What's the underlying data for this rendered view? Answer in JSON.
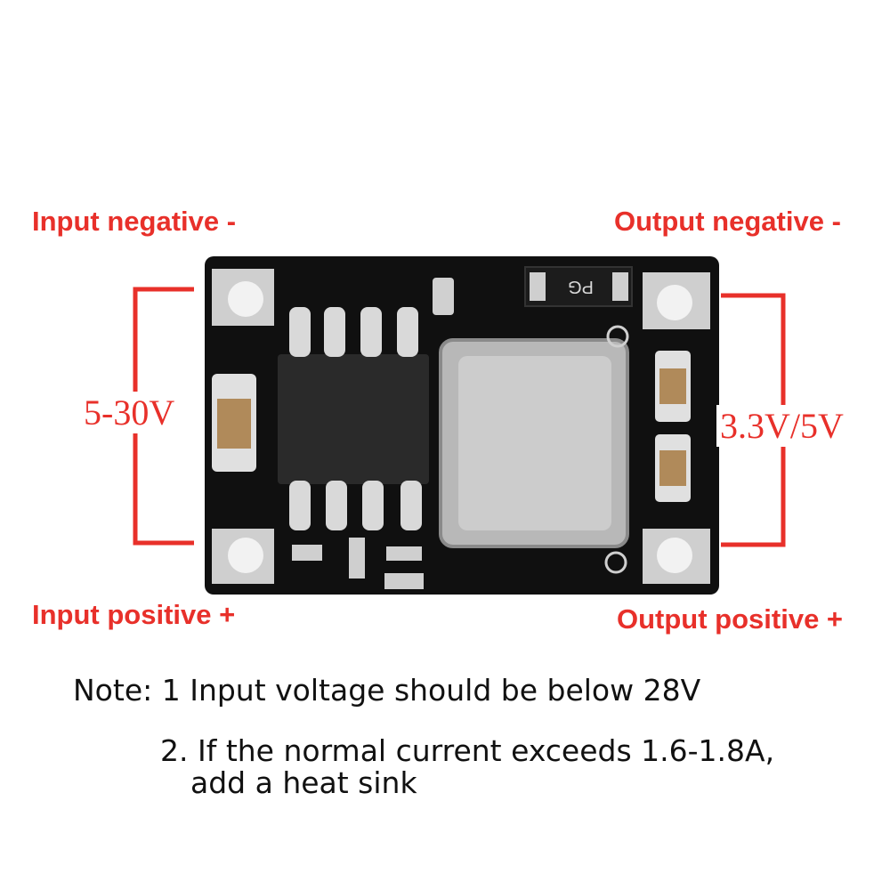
{
  "labels": {
    "input_negative": "Input negative -",
    "output_negative": "Output negative -",
    "input_positive": "Input positive +",
    "output_positive": "Output positive +",
    "input_voltage": "5-30V",
    "output_voltage": "3.3V/5V"
  },
  "board": {
    "marking": "PG"
  },
  "notes": {
    "line1": "Note: 1 Input voltage should be below 28V",
    "line2": "2. If the normal current exceeds 1.6-1.8A,",
    "line3": "add a heat sink"
  },
  "colors": {
    "accent_red": "#e8302a",
    "pcb_black": "#111111",
    "note_text": "#111111"
  }
}
